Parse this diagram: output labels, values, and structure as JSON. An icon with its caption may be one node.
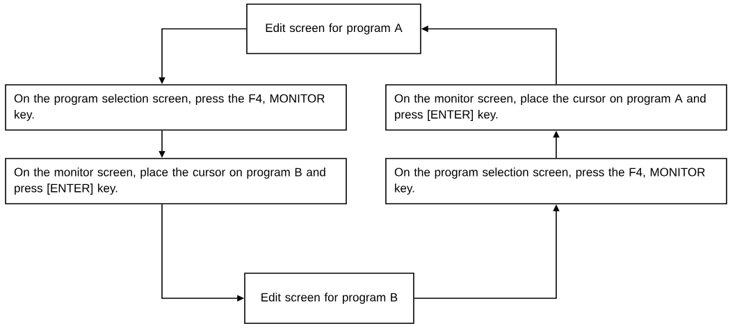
{
  "diagram": {
    "nodes": [
      {
        "text": [
          "Edit screen for program A"
        ]
      },
      {
        "text": [
          "On the program selection screen, press the F4, MONITOR key."
        ]
      },
      {
        "text": [
          "On the monitor screen, place the cursor on program A and press [ENTER] key."
        ]
      },
      {
        "text": [
          "On the monitor screen, place the cursor on program B and press [ENTER] key."
        ]
      },
      {
        "text": [
          "On the program selection screen, press the F4, MONITOR key."
        ]
      },
      {
        "text": [
          "Edit screen for program B"
        ]
      }
    ],
    "edges": [
      {
        "from": 0,
        "to": 1,
        "arrow": "to"
      },
      {
        "from": 1,
        "to": 3,
        "arrow": "to"
      },
      {
        "from": 3,
        "to": 5,
        "arrow": "to"
      },
      {
        "from": 5,
        "to": 4,
        "arrow": "to"
      },
      {
        "from": 4,
        "to": 2,
        "arrow": "to"
      },
      {
        "from": 2,
        "to": 0,
        "arrow": "to"
      }
    ]
  }
}
